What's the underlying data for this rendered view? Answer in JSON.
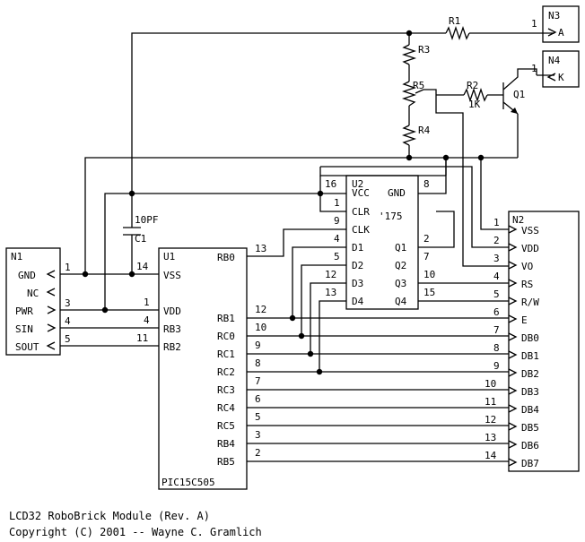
{
  "title": "LCD32 RoboBrick Module (Rev. A)",
  "copyright": "Copyright (C) 2001 -- Wayne C. Gramlich",
  "components": {
    "N1": {
      "ref": "N1",
      "pins": [
        {
          "num": "1",
          "name": "GND"
        },
        {
          "num": "",
          "name": "NC"
        },
        {
          "num": "3",
          "name": "PWR"
        },
        {
          "num": "4",
          "name": "SIN"
        },
        {
          "num": "5",
          "name": "SOUT"
        }
      ]
    },
    "U1": {
      "ref": "U1",
      "part": "PIC15C505",
      "pins": [
        {
          "num": "14",
          "name": "VSS"
        },
        {
          "num": "1",
          "name": "VDD"
        },
        {
          "num": "4",
          "name": "RB3"
        },
        {
          "num": "11",
          "name": "RB2"
        },
        {
          "num": "13",
          "name": "RB0"
        },
        {
          "num": "12",
          "name": "RB1"
        },
        {
          "num": "10",
          "name": "RC0"
        },
        {
          "num": "9",
          "name": "RC1"
        },
        {
          "num": "8",
          "name": "RC2"
        },
        {
          "num": "7",
          "name": "RC3"
        },
        {
          "num": "6",
          "name": "RC4"
        },
        {
          "num": "5",
          "name": "RC5"
        },
        {
          "num": "3",
          "name": "RB4"
        },
        {
          "num": "2",
          "name": "RB5"
        }
      ]
    },
    "U2": {
      "ref": "U2",
      "part": "'175",
      "left_pins": [
        {
          "num": "16",
          "name": "VCC"
        },
        {
          "num": "1",
          "name": "CLR"
        },
        {
          "num": "9",
          "name": "CLK"
        },
        {
          "num": "4",
          "name": "D1"
        },
        {
          "num": "5",
          "name": "D2"
        },
        {
          "num": "12",
          "name": "D3"
        },
        {
          "num": "13",
          "name": "D4"
        }
      ],
      "right_pins": [
        {
          "num": "8",
          "name": "GND"
        },
        {
          "num": "2",
          "name": "Q1"
        },
        {
          "num": "7",
          "name": "Q2"
        },
        {
          "num": "10",
          "name": "Q3"
        },
        {
          "num": "15",
          "name": "Q4"
        }
      ]
    },
    "N2": {
      "ref": "N2",
      "pins": [
        {
          "num": "1",
          "name": "VSS"
        },
        {
          "num": "2",
          "name": "VDD"
        },
        {
          "num": "3",
          "name": "VO"
        },
        {
          "num": "4",
          "name": "RS"
        },
        {
          "num": "5",
          "name": "R/W"
        },
        {
          "num": "6",
          "name": "E"
        },
        {
          "num": "7",
          "name": "DB0"
        },
        {
          "num": "8",
          "name": "DB1"
        },
        {
          "num": "9",
          "name": "DB2"
        },
        {
          "num": "10",
          "name": "DB3"
        },
        {
          "num": "11",
          "name": "DB4"
        },
        {
          "num": "12",
          "name": "DB5"
        },
        {
          "num": "13",
          "name": "DB6"
        },
        {
          "num": "14",
          "name": "DB7"
        }
      ]
    },
    "N3": {
      "ref": "N3",
      "pin_num": "1",
      "pin_name": "A"
    },
    "N4": {
      "ref": "N4",
      "pin_num": "1",
      "pin_name": "K"
    },
    "R1": {
      "ref": "R1"
    },
    "R2": {
      "ref": "R2",
      "value": "1K"
    },
    "R3": {
      "ref": "R3"
    },
    "R4": {
      "ref": "R4"
    },
    "R5": {
      "ref": "R5"
    },
    "Q1": {
      "ref": "Q1"
    },
    "C1": {
      "ref": "C1",
      "value": "10PF"
    }
  }
}
